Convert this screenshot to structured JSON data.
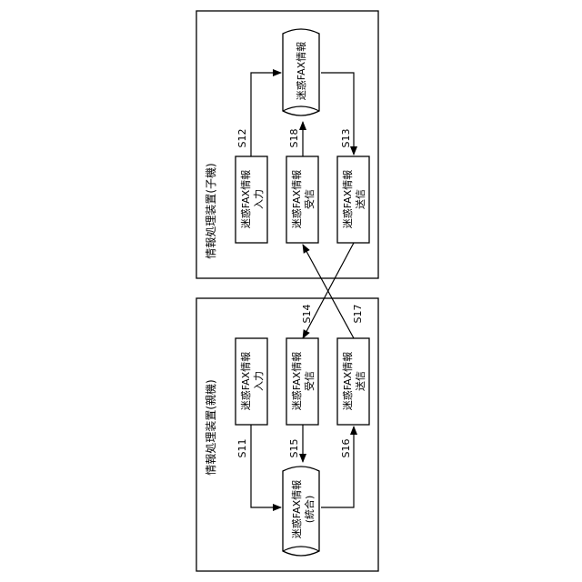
{
  "child": {
    "title": "情報処理装置(子機)",
    "db_label": "迷惑FAX情報",
    "boxes": [
      {
        "line1": "迷惑FAX情報",
        "line2": "入力"
      },
      {
        "line1": "迷惑FAX情報",
        "line2": "受信"
      },
      {
        "line1": "迷惑FAX情報",
        "line2": "送信"
      }
    ],
    "steps": {
      "s12": "S12",
      "s18": "S18",
      "s13": "S13"
    }
  },
  "parent": {
    "title": "情報処理装置(親機)",
    "db_line1": "迷惑FAX情報",
    "db_line2": "(統合)",
    "boxes": [
      {
        "line1": "迷惑FAX情報",
        "line2": "入力"
      },
      {
        "line1": "迷惑FAX情報",
        "line2": "受信"
      },
      {
        "line1": "迷惑FAX情報",
        "line2": "送信"
      }
    ],
    "steps": {
      "s14": "S14",
      "s17": "S17",
      "s11": "S11",
      "s15": "S15",
      "s16": "S16"
    }
  }
}
